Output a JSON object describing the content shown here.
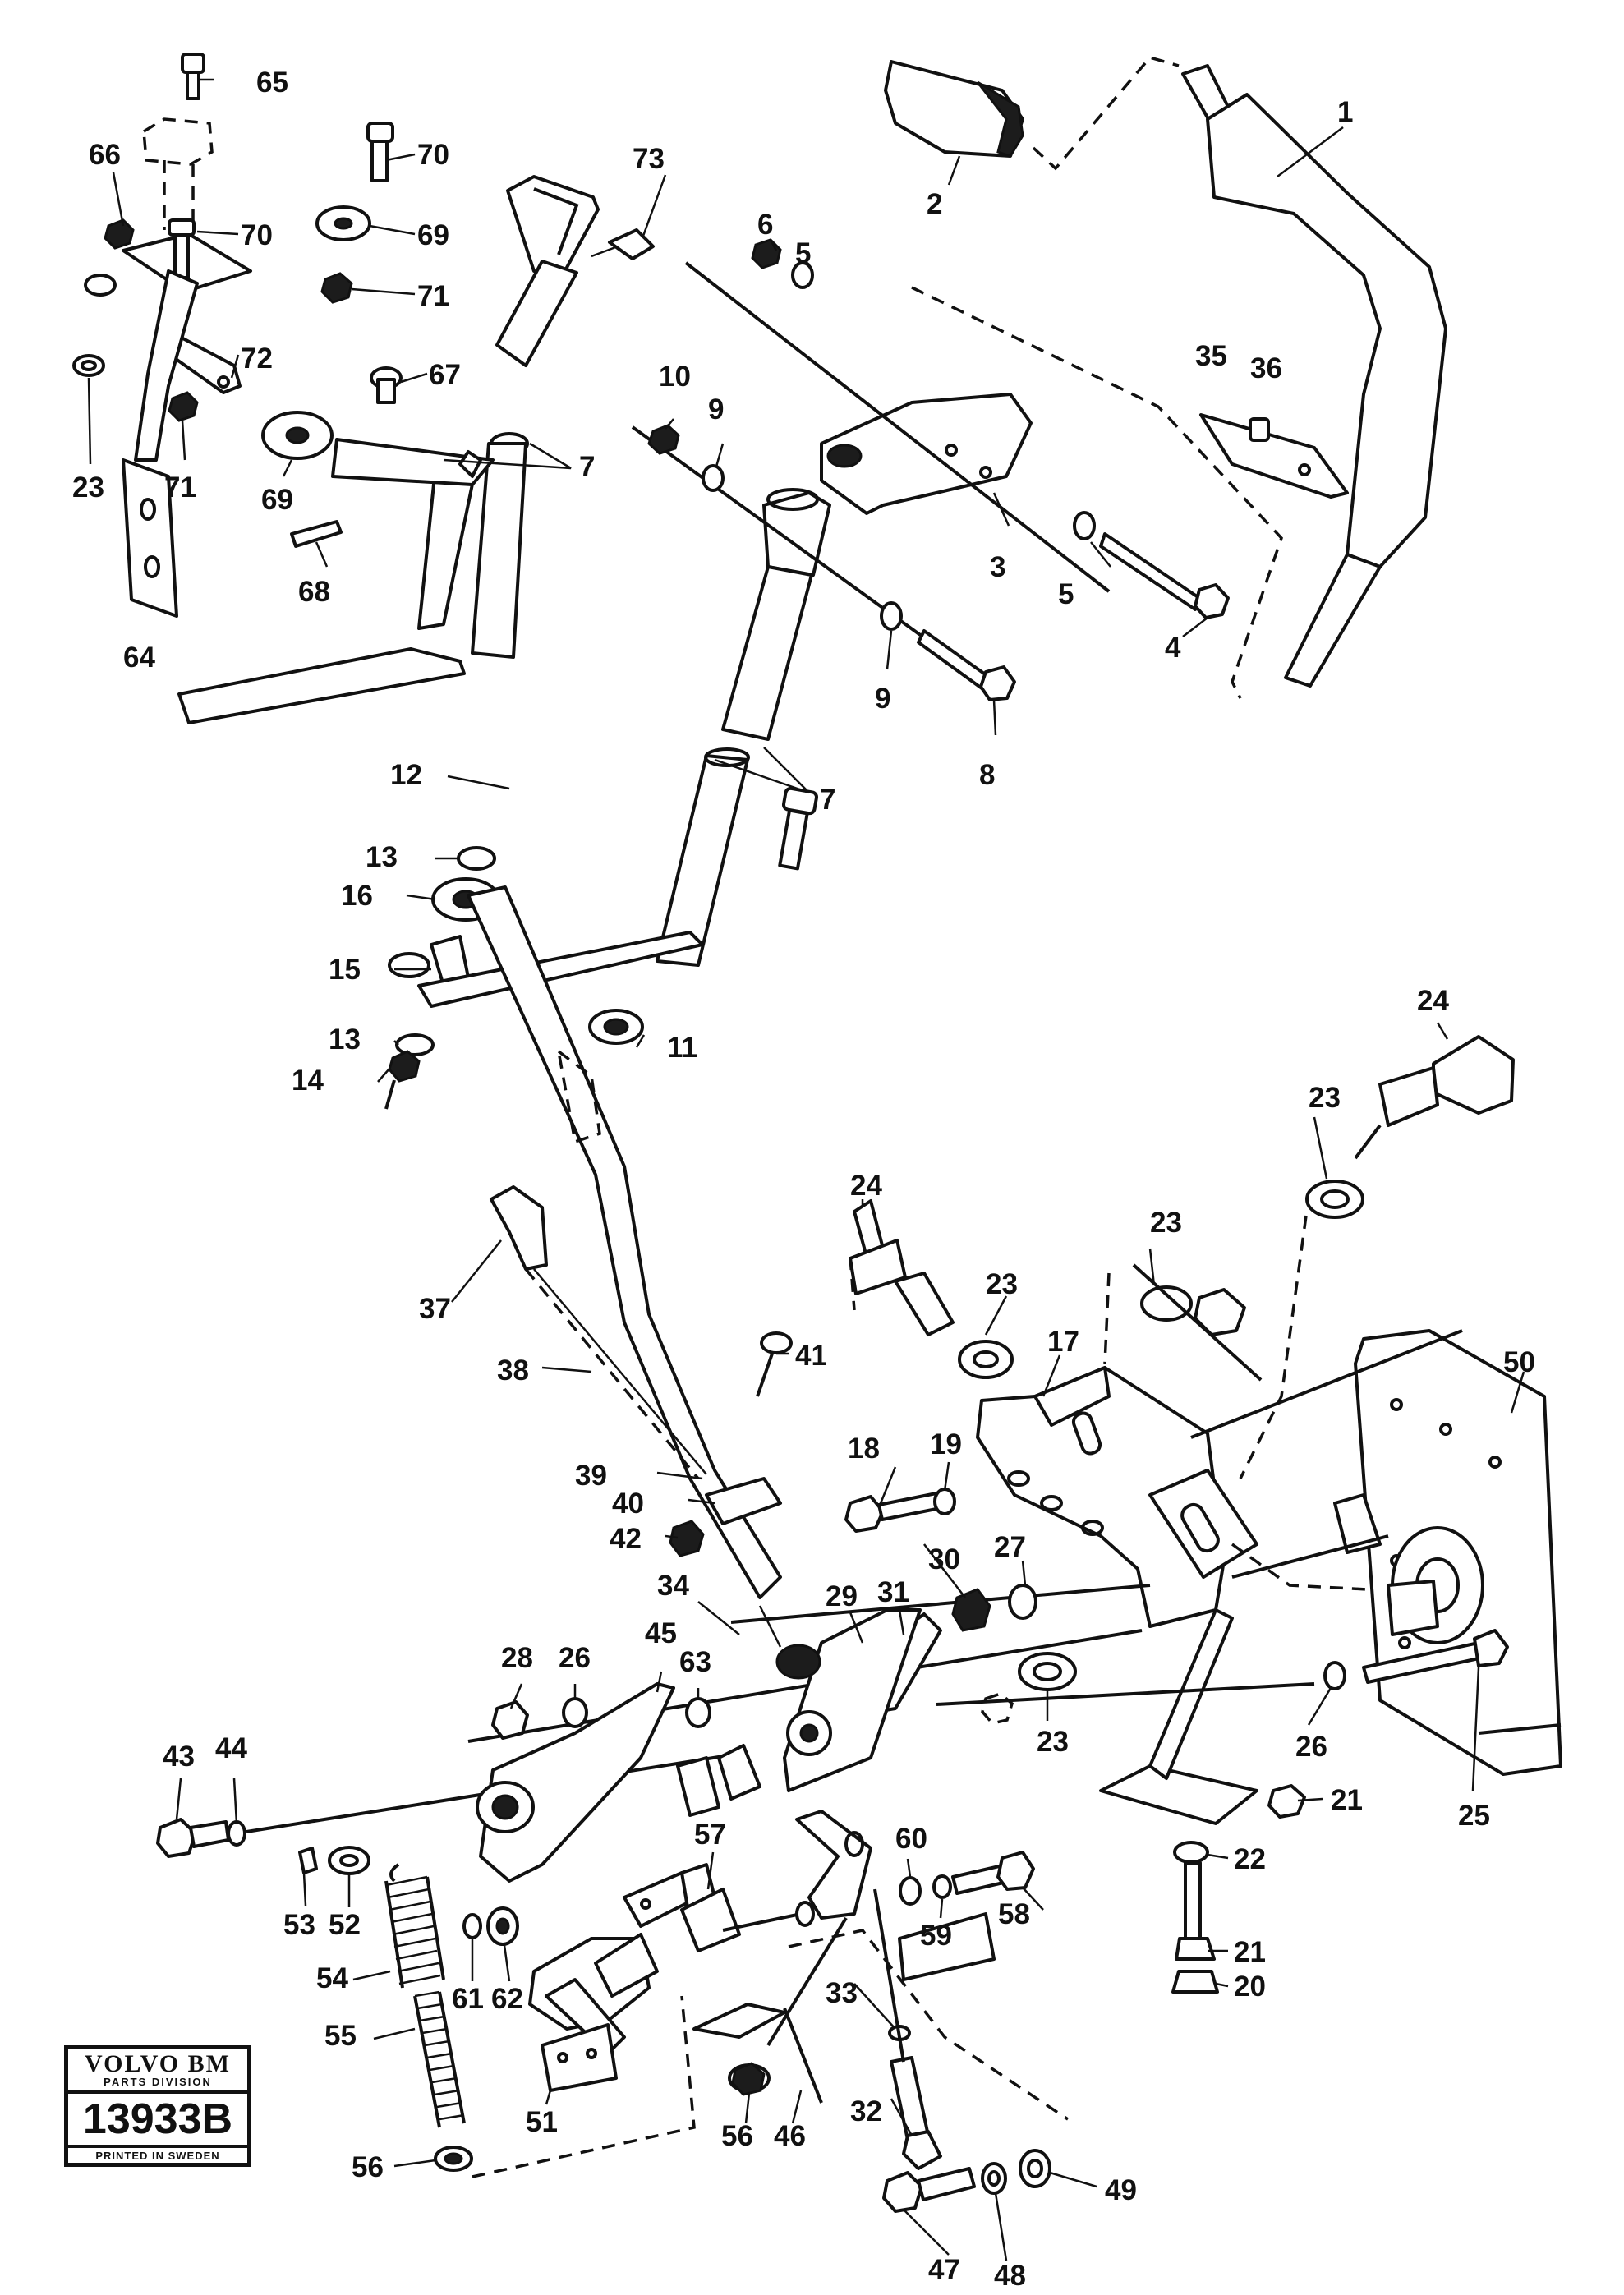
{
  "figure": {
    "callouts": [
      "1",
      "2",
      "3",
      "4",
      "5",
      "5",
      "6",
      "7",
      "7",
      "8",
      "9",
      "9",
      "10",
      "11",
      "12",
      "13",
      "13",
      "14",
      "15",
      "16",
      "17",
      "18",
      "19",
      "20",
      "21",
      "21",
      "22",
      "23",
      "23",
      "23",
      "23",
      "23",
      "24",
      "24",
      "25",
      "26",
      "26",
      "27",
      "28",
      "29",
      "30",
      "31",
      "32",
      "33",
      "34",
      "35",
      "36",
      "37",
      "38",
      "39",
      "40",
      "41",
      "42",
      "43",
      "44",
      "45",
      "46",
      "47",
      "48",
      "49",
      "50",
      "51",
      "52",
      "53",
      "54",
      "55",
      "56",
      "56",
      "57",
      "58",
      "59",
      "60",
      "61",
      "62",
      "63",
      "64",
      "65",
      "66",
      "67",
      "68",
      "69",
      "69",
      "70",
      "70",
      "71",
      "71",
      "72",
      "73"
    ]
  },
  "badge": {
    "brand": "VOLVO BM",
    "division": "PARTS DIVISION",
    "code": "13933B",
    "printed": "PRINTED IN SWEDEN"
  }
}
